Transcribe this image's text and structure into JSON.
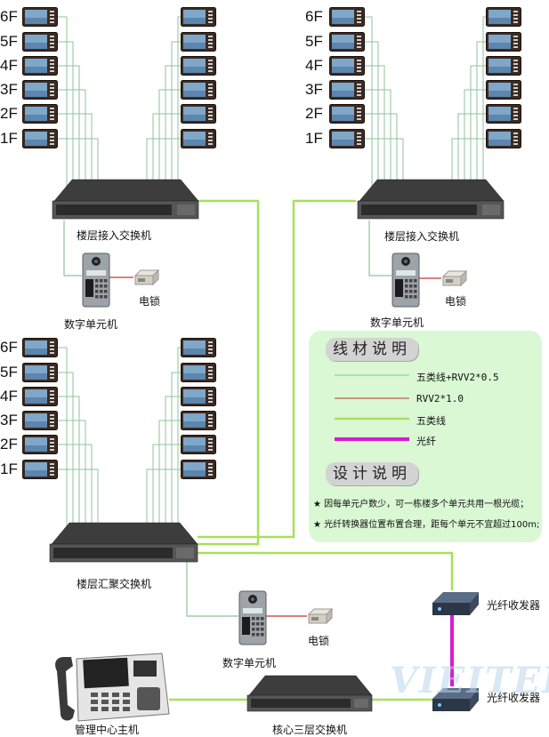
{
  "floors": [
    "6F",
    "5F",
    "4F",
    "3F",
    "2F",
    "1F"
  ],
  "labels": {
    "access_switch": "楼层接入交换机",
    "aggregation_switch": "楼层汇聚交换机",
    "core_switch": "核心三层交换机",
    "door_station": "数字单元机",
    "electric_lock": "电锁",
    "fiber_transceiver": "光纤收发器",
    "management_host": "管理中心主机"
  },
  "legend": {
    "title": "线材说明",
    "items": [
      {
        "label": "五类线+RVV2*0.5",
        "color": "#8fc39a"
      },
      {
        "label": "RVV2*1.0",
        "color": "#c0392b"
      },
      {
        "label": "五类线",
        "color": "#a8e05a"
      },
      {
        "label": "光纤",
        "color": "#d81bd0"
      }
    ]
  },
  "design": {
    "title": "设计说明",
    "notes": [
      "★ 因每单元户数少，可一栋楼多个单元共用一根光缆；",
      "★ 光纤转换器位置布置合理，距每个单元不宜超过100m;"
    ]
  },
  "watermark": "VIEITEL",
  "colors": {
    "cat5_rvv": "#8fc39a",
    "rvv": "#c0392b",
    "cat5": "#a8e05a",
    "fiber": "#d81bd0",
    "panel": "#d9f8d3"
  }
}
